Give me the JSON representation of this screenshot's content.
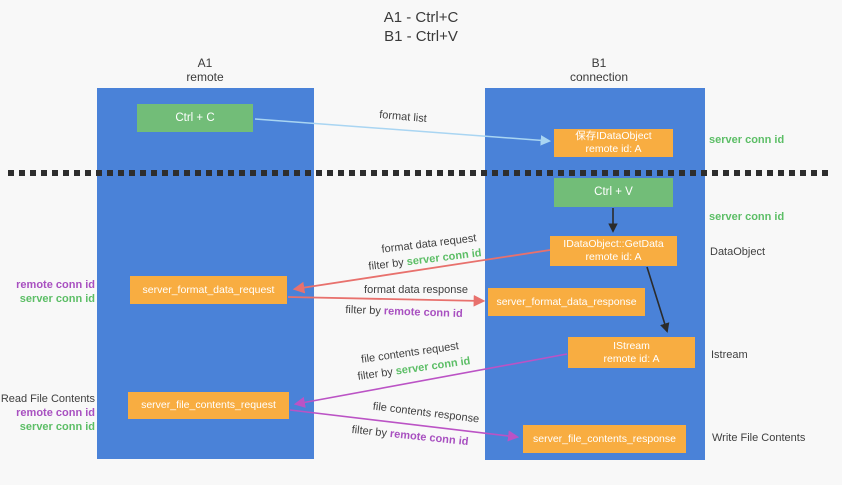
{
  "title": {
    "line1": "A1 - Ctrl+C",
    "line2": "B1 - Ctrl+V"
  },
  "columns": {
    "left": {
      "header_line1": "A1",
      "header_line2": "remote"
    },
    "right": {
      "header_line1": "B1",
      "header_line2": "connection"
    }
  },
  "nodes": {
    "ctrl_c": "Ctrl + C",
    "ctrl_v": "Ctrl + V",
    "save_idataobject": {
      "line1": "保存IDataObject",
      "line2": "remote id: A"
    },
    "getdata": {
      "line1": "IDataObject::GetData",
      "line2": "remote id: A"
    },
    "istream": {
      "line1": "IStream",
      "line2": "remote id: A"
    },
    "format_request": "server_format_data_request",
    "format_response": "server_format_data_response",
    "file_request": "server_file_contents_request",
    "file_response": "server_file_contents_response"
  },
  "flow_labels": {
    "format_list": "format list",
    "format_data_request": "format data request",
    "format_data_response": "format data response",
    "file_contents_request": "file contents request",
    "file_contents_response": "file contents response",
    "filter_by": "filter by ",
    "server_conn_id": "server conn id",
    "remote_conn_id": "remote conn id"
  },
  "side_labels": {
    "right_server_conn_id_top": "server conn id",
    "right_server_conn_id_mid": "server conn id",
    "dataobject": "DataObject",
    "istream": "Istream",
    "write_file_contents": "Write File Contents",
    "read_file_contents": "Read File Contents",
    "left_remote_conn_id_1": "remote conn id",
    "left_server_conn_id_1": "server conn id",
    "left_remote_conn_id_2": "remote conn id",
    "left_server_conn_id_2": "server conn id"
  },
  "colors": {
    "column_blue": "#4a82d8",
    "node_orange": "#f8ad41",
    "node_green": "#72bd78",
    "arrow_lightblue": "#a9d5f2",
    "arrow_salmon": "#e8716d",
    "arrow_magenta": "#bb53c5",
    "arrow_black": "#2b2b2b",
    "text_green": "#5cbe66",
    "text_purple": "#a850c0",
    "text_dark": "#3f3f3f",
    "background": "#f8f8f8"
  }
}
